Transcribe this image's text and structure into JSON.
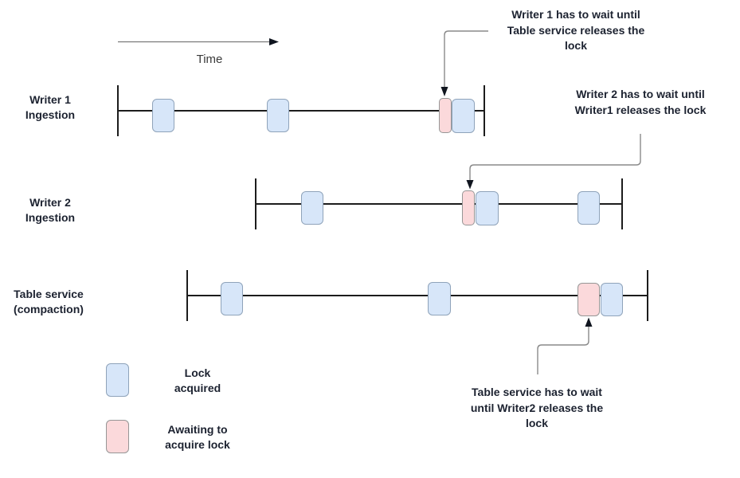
{
  "time_axis": {
    "label": "Time"
  },
  "lanes": [
    {
      "id": "writer1",
      "label_lines": [
        "Writer 1",
        "Ingestion"
      ],
      "events": [
        "lock-acquired",
        "lock-acquired",
        "awaiting-lock",
        "lock-acquired"
      ]
    },
    {
      "id": "writer2",
      "label_lines": [
        "Writer 2",
        "Ingestion"
      ],
      "events": [
        "lock-acquired",
        "awaiting-lock",
        "lock-acquired",
        "lock-acquired"
      ]
    },
    {
      "id": "table-service",
      "label_lines": [
        "Table service",
        "(compaction)"
      ],
      "events": [
        "lock-acquired",
        "lock-acquired",
        "awaiting-lock",
        "lock-acquired"
      ]
    }
  ],
  "annotations": [
    {
      "id": "writer1-wait",
      "lines": [
        "Writer 1 has to wait until",
        "Table service releases the",
        "lock"
      ]
    },
    {
      "id": "writer2-wait",
      "lines": [
        "Writer 2 has to wait until",
        "Writer1 releases the lock"
      ]
    },
    {
      "id": "table-service-wait",
      "lines": [
        "Table service has to wait",
        "until Writer2 releases the",
        "lock"
      ]
    }
  ],
  "legend": {
    "items": [
      {
        "type": "lock-acquired",
        "label_lines": [
          "Lock",
          "acquired"
        ]
      },
      {
        "type": "awaiting-lock",
        "label_lines": [
          "Awaiting to",
          "acquire lock"
        ]
      }
    ]
  },
  "colors": {
    "lock_acquired_fill": "#d7e6f9",
    "lock_acquired_border": "#8fa3ba",
    "awaiting_fill": "#fbd9db",
    "awaiting_border": "#969696",
    "timeline": "#1c1c1c",
    "connector": "#8a8a8a",
    "arrowhead": "#10151f",
    "text": "#1c2230"
  }
}
